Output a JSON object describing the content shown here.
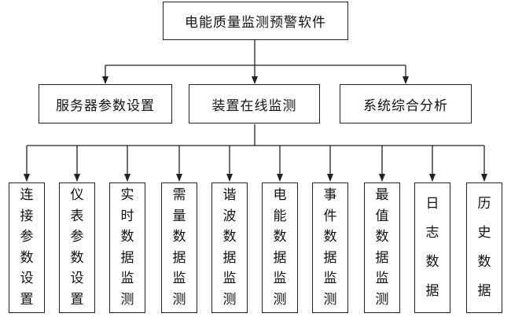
{
  "root": {
    "label": "电能质量监测预警软件"
  },
  "level2": [
    {
      "id": "param",
      "label": "服务器参数设置"
    },
    {
      "id": "monitor",
      "label": "装置在线监测"
    },
    {
      "id": "analysis",
      "label": "系统综合分析"
    }
  ],
  "level3": [
    {
      "id": "conn",
      "label": "连接参数设置"
    },
    {
      "id": "meter",
      "label": "仪表参数设置"
    },
    {
      "id": "realtime",
      "label": "实时数据监测"
    },
    {
      "id": "demand",
      "label": "需量数据监测"
    },
    {
      "id": "harmonic",
      "label": "谐波数据监测"
    },
    {
      "id": "energy",
      "label": "电能数据监测"
    },
    {
      "id": "event",
      "label": "事件数据监测"
    },
    {
      "id": "extreme",
      "label": "最值数据监测"
    },
    {
      "id": "log",
      "label": "日志数据"
    },
    {
      "id": "history",
      "label": "历史数据"
    }
  ]
}
